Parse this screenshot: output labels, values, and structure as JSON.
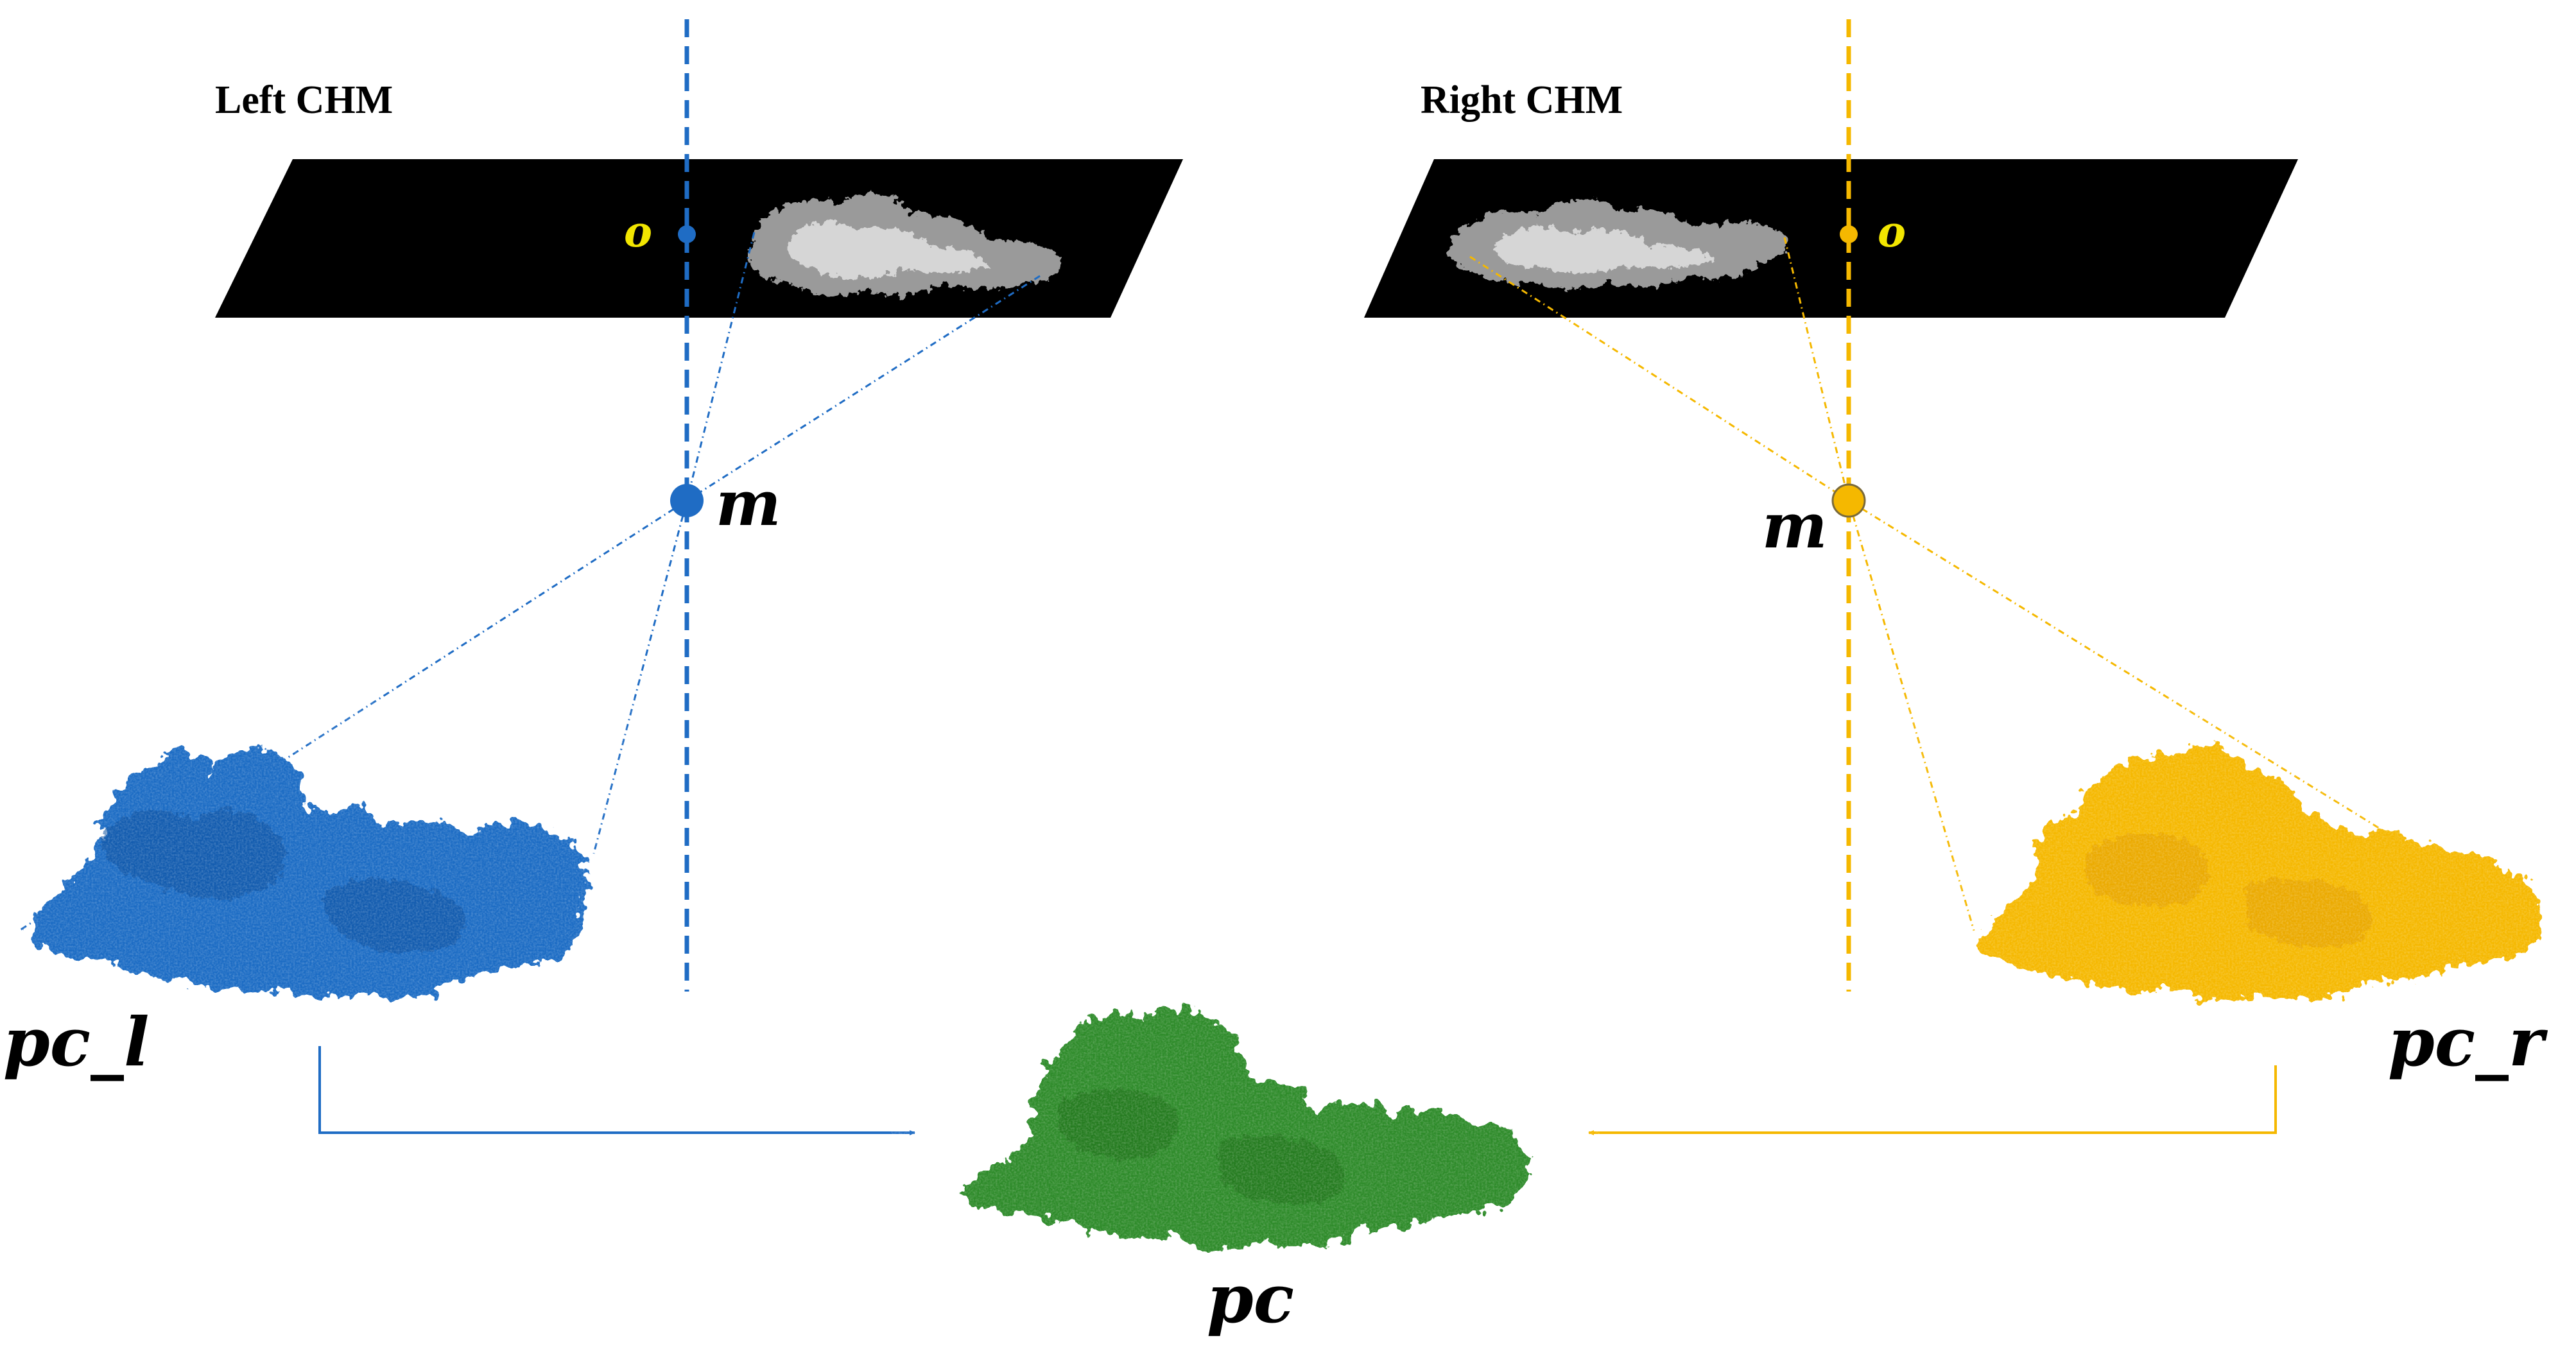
{
  "colors": {
    "left": "#1f6cc4",
    "right": "#f5b800",
    "merged": "#2e8b2a",
    "chm_bg": "#000000",
    "o_label": "#f2e600"
  },
  "left": {
    "title": "Left CHM",
    "center_label": "o",
    "middle_label": "m",
    "pc_label": "pc_l"
  },
  "right": {
    "title": "Right CHM",
    "center_label": "o",
    "middle_label": "m",
    "pc_label": "pc_r"
  },
  "merged": {
    "pc_label": "pc"
  }
}
